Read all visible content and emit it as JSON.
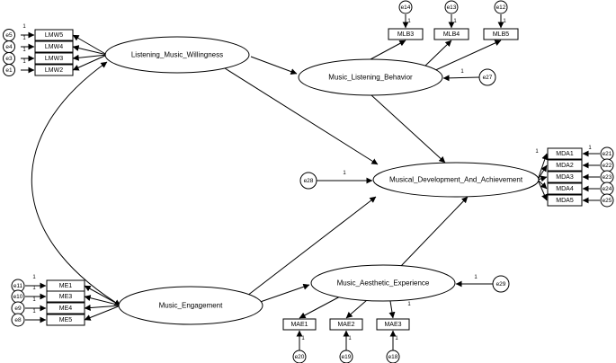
{
  "latent_variables": {
    "lmw": "Listening_Music_Willingness",
    "mlb": "Music_Listening_Behavior",
    "mda": "Musical_Development_And_Achievement",
    "me": "Music_Engagement",
    "mae": "Music_Aesthetic_Experience"
  },
  "indicators": {
    "lmw": [
      "LMW5",
      "LMW4",
      "LMW3",
      "LMW2"
    ],
    "mlb": [
      "MLB3",
      "MLB4",
      "MLB5"
    ],
    "mda": [
      "MDA1",
      "MDA2",
      "MDA3",
      "MDA4",
      "MDA5"
    ],
    "me": [
      "ME1",
      "ME3",
      "ME4",
      "ME5"
    ],
    "mae": [
      "MAE1",
      "MAE2",
      "MAE3"
    ]
  },
  "errors": {
    "lmw": [
      "e5",
      "e4",
      "e3",
      "e1"
    ],
    "mlb": [
      "e14",
      "e13",
      "e12"
    ],
    "mda": [
      "e21",
      "e22",
      "e23",
      "e24",
      "e25"
    ],
    "me": [
      "e11",
      "e10",
      "e9",
      "e8"
    ],
    "mae": [
      "e20",
      "e19",
      "e18"
    ],
    "disturbances": {
      "mlb": "e27",
      "mda": "e28",
      "mae": "e29"
    }
  },
  "path_label": "1"
}
